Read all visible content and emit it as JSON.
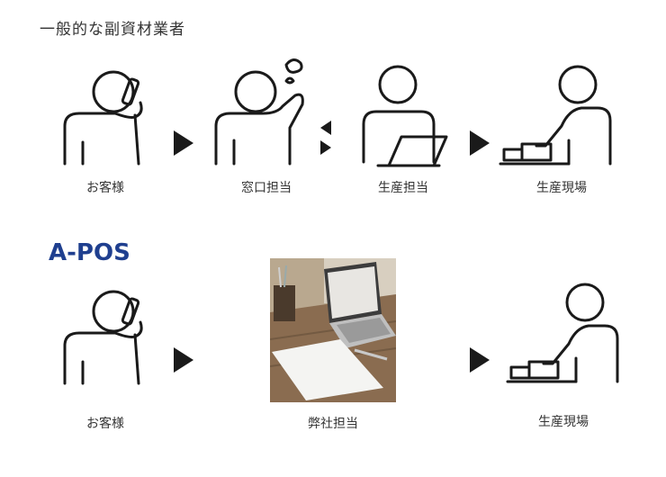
{
  "top_section": {
    "title": "一般的な副資材業者",
    "steps": [
      {
        "label": "お客様",
        "icon": "person-phone-icon"
      },
      {
        "label": "窓口担当",
        "icon": "person-confused-icon"
      },
      {
        "label": "生産担当",
        "icon": "person-laptop-icon"
      },
      {
        "label": "生産現場",
        "icon": "person-machine-icon"
      }
    ]
  },
  "bottom_section": {
    "brand": {
      "prefix": "A",
      "rest": "-POS"
    },
    "steps": [
      {
        "label": "お客様",
        "icon": "person-phone-icon"
      },
      {
        "label": "弊社担当",
        "icon": "laptop-desk-photo"
      },
      {
        "label": "生産現場",
        "icon": "person-machine-icon"
      }
    ]
  },
  "colors": {
    "brand": "#1f3f8f",
    "stroke": "#1a1a1a",
    "text": "#333333"
  }
}
